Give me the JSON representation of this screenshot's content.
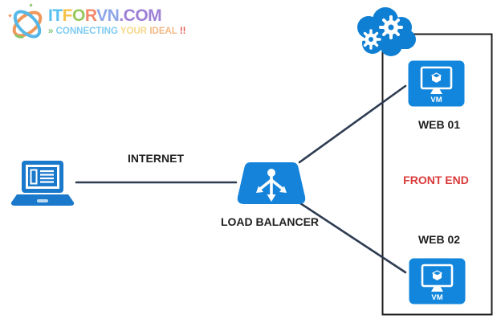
{
  "logo": {
    "brand_segments": [
      {
        "text": "IT",
        "color": "#56c1f0"
      },
      {
        "text": "F",
        "color": "#f6c14b"
      },
      {
        "text": "O",
        "color": "#97c85e"
      },
      {
        "text": "R",
        "color": "#f2876c"
      },
      {
        "text": "VN",
        "color": "#8ea6e8"
      },
      {
        "text": ".COM",
        "color": "#9d7fd6"
      }
    ],
    "tagline_segments": [
      {
        "text": "» ",
        "color": "#7cc576"
      },
      {
        "text": "CONNECTING ",
        "color": "#7fcbf2"
      },
      {
        "text": "YOUR ",
        "color": "#f6d88d"
      },
      {
        "text": "IDEAL ",
        "color": "#f3b987"
      },
      {
        "text": "!!",
        "color": "#e4574f"
      }
    ]
  },
  "diagram": {
    "internet_label": "INTERNET",
    "load_balancer_label": "LOAD BALANCER",
    "web01_label": "WEB 01",
    "web02_label": "WEB 02",
    "frontend_label": "FRONT END",
    "vm_label": "VM"
  },
  "colors": {
    "azure_icon_blue": "#1182d8",
    "laptop_blue": "#1b79cb",
    "connector_line": "#2e3c52",
    "boundary_border": "#1c1c1c",
    "frontend_red": "#db3a3a",
    "label_text": "#1f1f1f"
  }
}
